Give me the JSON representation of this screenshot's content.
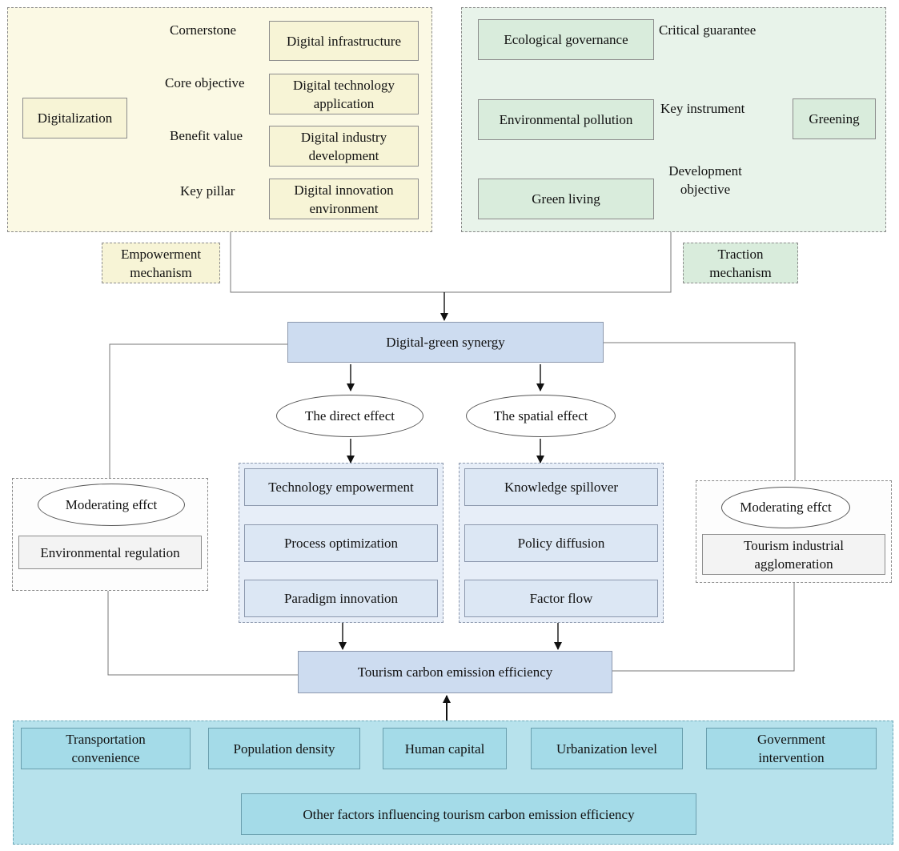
{
  "digitalization": {
    "center": "Digitalization",
    "branches": [
      {
        "relation": "Cornerstone",
        "element": "Digital infrastructure"
      },
      {
        "relation": "Core objective",
        "element": "Digital technology application"
      },
      {
        "relation": "Benefit value",
        "element": "Digital industry development"
      },
      {
        "relation": "Key pillar",
        "element": "Digital innovation environment"
      }
    ],
    "mechanism": "Empowerment mechanism"
  },
  "greening": {
    "center": "Greening",
    "branches": [
      {
        "element": "Ecological governance",
        "relation": "Critical guarantee"
      },
      {
        "element": "Environmental pollution",
        "relation": "Key instrument"
      },
      {
        "element": "Green living",
        "relation": "Development objective"
      }
    ],
    "mechanism": "Traction mechanism"
  },
  "synergy": "Digital-green synergy",
  "effects": {
    "direct": {
      "label": "The direct effect",
      "items": [
        "Technology empowerment",
        "Process optimization",
        "Paradigm innovation"
      ]
    },
    "spatial": {
      "label": "The spatial effect",
      "items": [
        "Knowledge spillover",
        "Policy diffusion",
        "Factor flow"
      ]
    }
  },
  "moderators": {
    "left": {
      "label": "Moderating effct",
      "factor": "Environmental regulation"
    },
    "right": {
      "label": "Moderating effct",
      "factor": "Tourism industrial agglomeration"
    }
  },
  "outcome": "Tourism carbon emission efficiency",
  "controls": {
    "items": [
      "Transportation convenience",
      "Population density",
      "Human capital",
      "Urbanization level",
      "Government intervention"
    ],
    "other": "Other factors influencing tourism carbon emission efficiency"
  },
  "colors": {
    "yellow_panel": "#fbf9e4",
    "green_panel": "#e8f3ea",
    "blue_box": "#cddcf0",
    "cyan_panel": "#b7e2ec"
  }
}
